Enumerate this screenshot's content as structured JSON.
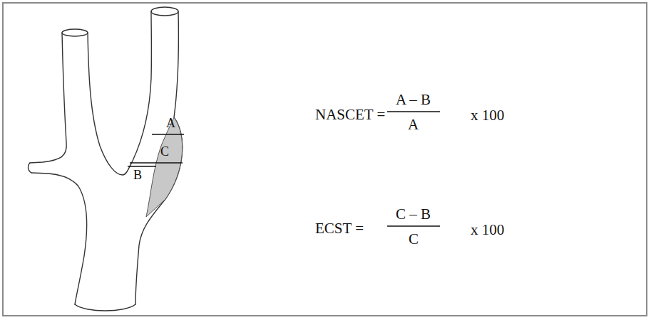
{
  "diagram": {
    "labels": [
      "A",
      "C",
      "B",
      "NASCET =",
      "A – B",
      "A",
      "x 100",
      "ECST =",
      "C – B",
      "C",
      "x 100"
    ]
  }
}
